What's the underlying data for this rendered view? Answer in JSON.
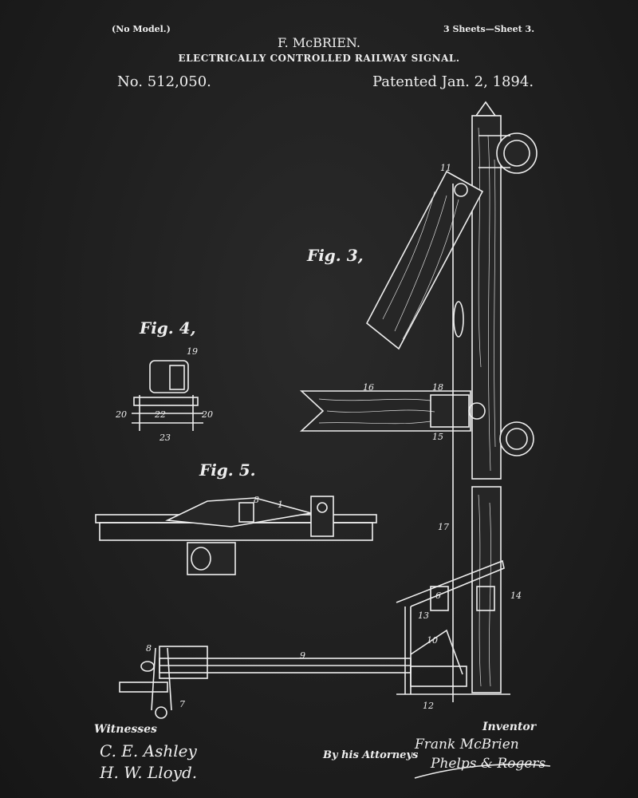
{
  "header": {
    "no_model": "(No Model.)",
    "sheets": "3 Sheets—Sheet 3.",
    "inventor": "F. McBRIEN.",
    "title": "ELECTRICALLY CONTROLLED RAILWAY SIGNAL.",
    "patent_number": "No. 512,050.",
    "patent_date": "Patented Jan. 2, 1894."
  },
  "figures": {
    "fig3": "Fig. 3,",
    "fig4": "Fig. 4,",
    "fig5": "Fig. 5."
  },
  "labels": {
    "fig3": [
      "11",
      "16",
      "18",
      "15",
      "17",
      "6",
      "14",
      "13",
      "10",
      "9",
      "12"
    ],
    "fig4": [
      "19",
      "20",
      "22",
      "20",
      "23"
    ],
    "fig5": [
      "8",
      "1"
    ],
    "lever": [
      "8",
      "7"
    ]
  },
  "footer": {
    "witnesses_label": "Witnesses",
    "witness_1": "C. E. Ashley",
    "witness_2": "H. W. Lloyd.",
    "inventor_label": "Inventor",
    "inventor_signature": "Frank McBrien",
    "attorneys_label": "By his Attorneys",
    "attorneys_signature": "Phelps & Rogers"
  }
}
